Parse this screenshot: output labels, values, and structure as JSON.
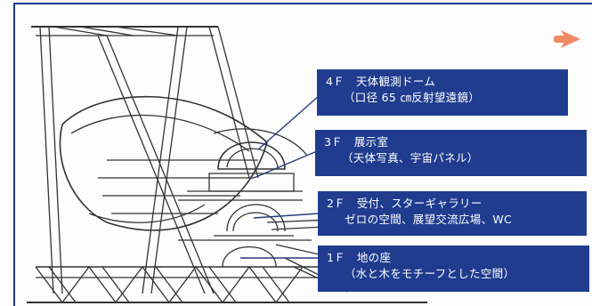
{
  "diagram": {
    "floors": [
      {
        "id": "4f",
        "title": "4Ｆ　天体観測ドーム",
        "detail": "（口径 65 ㎝反射望遠鏡）"
      },
      {
        "id": "3f",
        "title": "3Ｆ　展示室",
        "detail": "（天体写真、宇宙パネル）"
      },
      {
        "id": "2f",
        "title": "2Ｆ　受付、スターギャラリー",
        "detail": "ゼロの空間、展望交流広場、WC"
      },
      {
        "id": "1f",
        "title": "1Ｆ　地の座",
        "detail": "（水と木をモチーフとした空間）"
      }
    ],
    "colors": {
      "label_bg": "#1f3c8e",
      "label_text": "#ffffff",
      "frame_border": "#1f3c8e",
      "arrow": "#f08a63",
      "line": "#2a3a7a",
      "drawing": "#333333"
    },
    "icons": {
      "corner_arrow": "arrow-right-icon"
    }
  }
}
